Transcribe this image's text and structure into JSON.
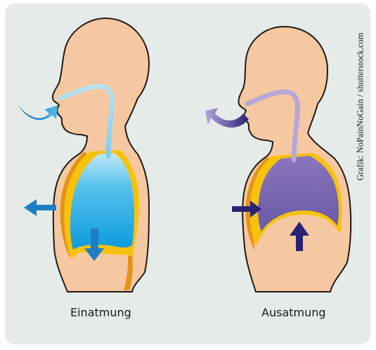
{
  "figure": {
    "left_caption": "Einatmung",
    "right_caption": "Ausatmung",
    "credit": "Grafik: NoPainNoGain / shutterstock.com"
  },
  "colors": {
    "background": "#e4ebe9",
    "skin": "#f5c8a2",
    "skin_outline": "#1f1a14",
    "diaphragm": "#f7c20e",
    "rib_shadow": "#e69312",
    "inhale_lung": "#1aa7e4",
    "inhale_airway": "#a9daf0",
    "exhale_lung": "#7d6ab0",
    "exhale_airway": "#b7a7d8",
    "inhale_arrow": "#1c7fc4",
    "exhale_arrow": "#2a2275"
  },
  "icons": {
    "inhale_air_arrow": "curved-arrow-into-nose-icon",
    "exhale_air_arrow": "curved-arrow-out-of-nose-icon",
    "chest_expand_arrow": "left-arrow-icon",
    "chest_contract_arrow": "right-arrow-icon",
    "diaphragm_down_arrow": "down-arrow-icon",
    "diaphragm_up_arrow": "up-arrow-icon"
  }
}
